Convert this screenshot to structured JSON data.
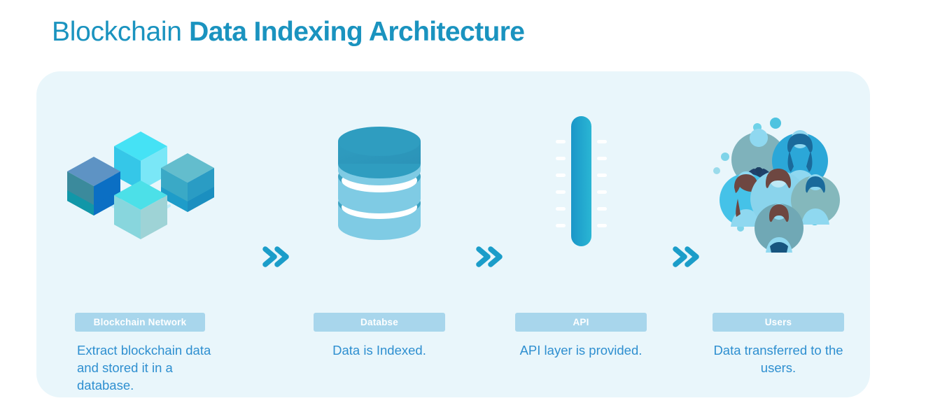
{
  "title": {
    "light": "Blockchain",
    "bold": "Data Indexing Architecture"
  },
  "colors": {
    "title": "#1a93bf",
    "panel_bg": "#e9f6fb",
    "pill_bg": "#a8d6ec",
    "caption": "#2e8fd0",
    "chevron": "#1b9dc9",
    "page_bg": "#ffffff"
  },
  "stages": [
    {
      "icon": "blockchain-cubes-icon",
      "label": "Blockchain Network",
      "caption": "Extract blockchain data and stored it in a database."
    },
    {
      "icon": "database-cylinder-icon",
      "label": "Databse",
      "caption": "Data is Indexed."
    },
    {
      "icon": "api-bar-icon",
      "label": "API",
      "caption": "API layer is provided."
    },
    {
      "icon": "users-group-icon",
      "label": "Users",
      "caption": "Data transferred to the users."
    }
  ],
  "connectors": [
    {
      "icon": "double-chevron-right-icon",
      "glyph": "»"
    },
    {
      "icon": "double-chevron-right-icon",
      "glyph": "»"
    },
    {
      "icon": "double-chevron-right-icon",
      "glyph": "»"
    }
  ]
}
